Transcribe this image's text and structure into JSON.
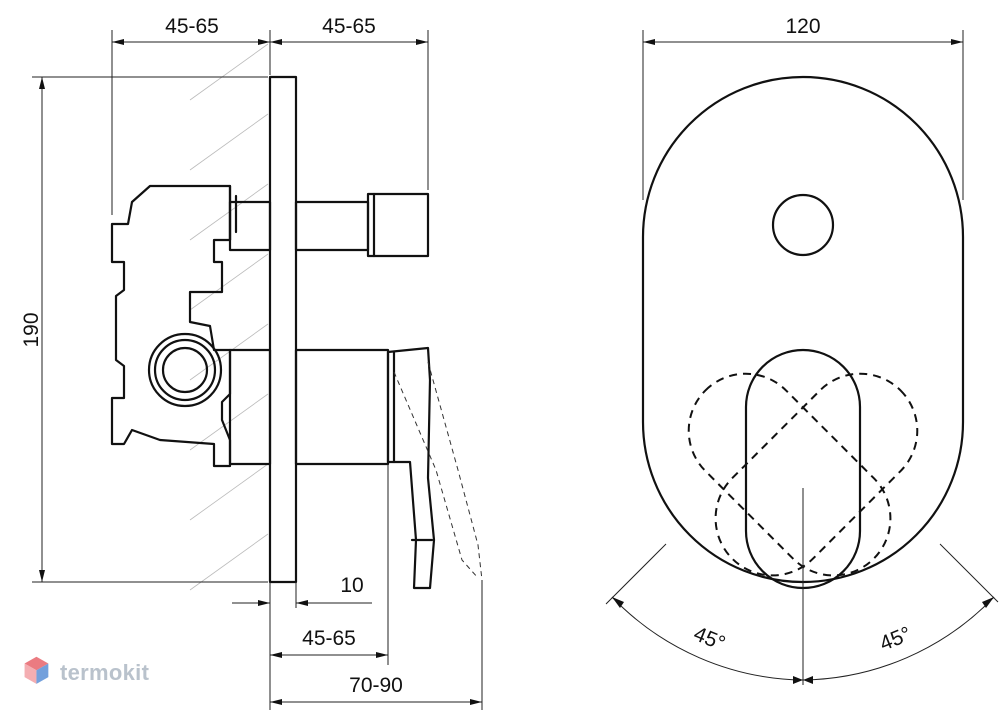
{
  "side_view": {
    "dim_top_left": "45-65",
    "dim_top_right": "45-65",
    "dim_height": "190",
    "dim_plate": "10",
    "dim_bottom_1": "45-65",
    "dim_bottom_2": "70-90"
  },
  "front_view": {
    "dim_width": "120",
    "angle_left": "45°",
    "angle_right": "45°"
  },
  "watermark": {
    "brand": "termokit",
    "colors": {
      "red": "#e8646b",
      "blue": "#5b8fd6",
      "grey": "#b9c2cc"
    }
  }
}
